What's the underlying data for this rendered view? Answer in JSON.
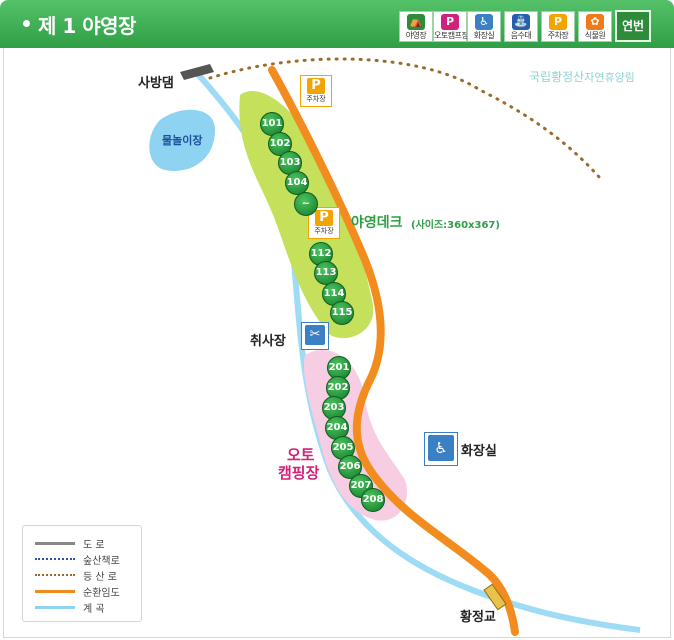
{
  "header": {
    "title": "제 1 야영장",
    "year_button": "연번",
    "icons": [
      {
        "name": "campsite",
        "label": "야영장",
        "glyph": "⛺",
        "color": "#2e8b3a"
      },
      {
        "name": "auto-camping",
        "label": "오토캠프장",
        "glyph": "P",
        "color": "#d0227a"
      },
      {
        "name": "restroom",
        "label": "화장실",
        "glyph": "♿",
        "color": "#3b7fc4"
      },
      {
        "name": "water",
        "label": "음수대",
        "glyph": "⛲",
        "color": "#2a5db0"
      },
      {
        "name": "parking",
        "label": "주차장",
        "glyph": "P",
        "color": "#f4a400"
      },
      {
        "name": "botanical-garden",
        "label": "식물원",
        "glyph": "✿",
        "color": "#f07a1a"
      }
    ]
  },
  "map": {
    "labels": {
      "dam": "사방댐",
      "water_play": "물놀이장",
      "forest_name_a": "국립황정산",
      "forest_name_b": "자연휴양림",
      "deck": "야영데크",
      "deck_size": "(사이즈:360x367)",
      "kitchen": "취사장",
      "auto_camp_1": "오토",
      "auto_camp_2": "캠핑장",
      "restroom": "화장실",
      "bridge": "황정교",
      "parking": "주차장"
    },
    "deck_sites": [
      "101",
      "102",
      "103",
      "104",
      "~",
      "112",
      "113",
      "114",
      "115"
    ],
    "auto_sites": [
      "201",
      "202",
      "203",
      "204",
      "205",
      "206",
      "207",
      "208"
    ]
  },
  "legend": [
    {
      "name": "도    로",
      "color": "#888888",
      "style": "solid"
    },
    {
      "name": "숲산책로",
      "color": "#2c4fa8",
      "style": "dotted"
    },
    {
      "name": "등 산 로",
      "color": "#9a6b2b",
      "style": "dotted"
    },
    {
      "name": "순환임도",
      "color": "#f08a1c",
      "style": "solid"
    },
    {
      "name": "계    곡",
      "color": "#8fd3f2",
      "style": "solid"
    }
  ]
}
